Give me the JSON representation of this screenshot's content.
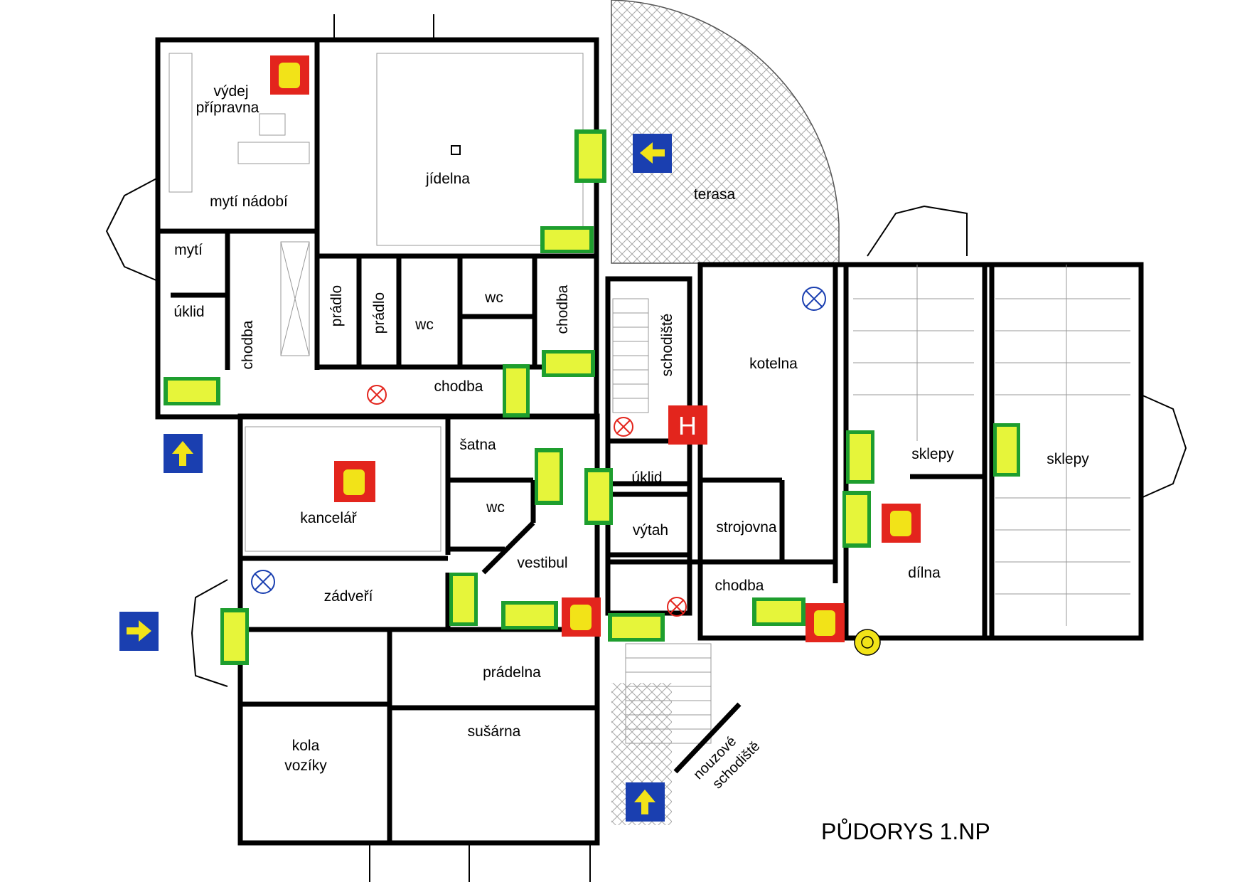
{
  "title": "PŮDORYS 1.NP",
  "rooms": {
    "vydej": "výdej",
    "pripravna": "přípravna",
    "myti_nadobi": "mytí nádobí",
    "myti": "mytí",
    "uklid_left": "úklid",
    "chodba_left": "chodba",
    "jidelna": "jídelna",
    "pradlo_1": "prádlo",
    "pradlo_2": "prádlo",
    "wc_1": "wc",
    "wc_2": "wc",
    "chodba_vert": "chodba",
    "chodba_mid": "chodba",
    "satna": "šatna",
    "wc_3": "wc",
    "kancelar": "kancelář",
    "zadveri": "zádveří",
    "vestibul": "vestibul",
    "pradelna": "prádelna",
    "susarna": "sušárna",
    "kola": "kola",
    "voziky": "vozíky",
    "schodiste": "schodiště",
    "uklid_mid": "úklid",
    "vytah": "výtah",
    "kotelna": "kotelna",
    "strojovna": "strojovna",
    "chodba_right": "chodba",
    "sklepy_1": "sklepy",
    "sklepy_2": "sklepy",
    "dilna": "dílna",
    "terasa": "terasa",
    "nouzove": "nouzové",
    "schodiste_nouz": "schodiště"
  },
  "sign_text": {
    "hydrant": "H"
  },
  "colors": {
    "escape_green": "#1e9e2e",
    "escape_panel": "#e6f53a",
    "fire_red": "#e3251d",
    "direction_blue": "#1a3fb0",
    "arrow_yellow": "#f2e318",
    "terrace_hatch": "#a8a8a8",
    "wall": "#000000"
  },
  "icons": {
    "escape_sign": "running-man-escape-icon",
    "fire_extinguisher": "fire-extinguisher-icon",
    "direction_arrow": "direction-arrow-icon",
    "hydrant": "hydrant-icon",
    "gas_shutoff": "gas-shutoff-icon",
    "electric_shutoff": "electric-shutoff-icon",
    "water_shutoff": "water-main-icon"
  }
}
